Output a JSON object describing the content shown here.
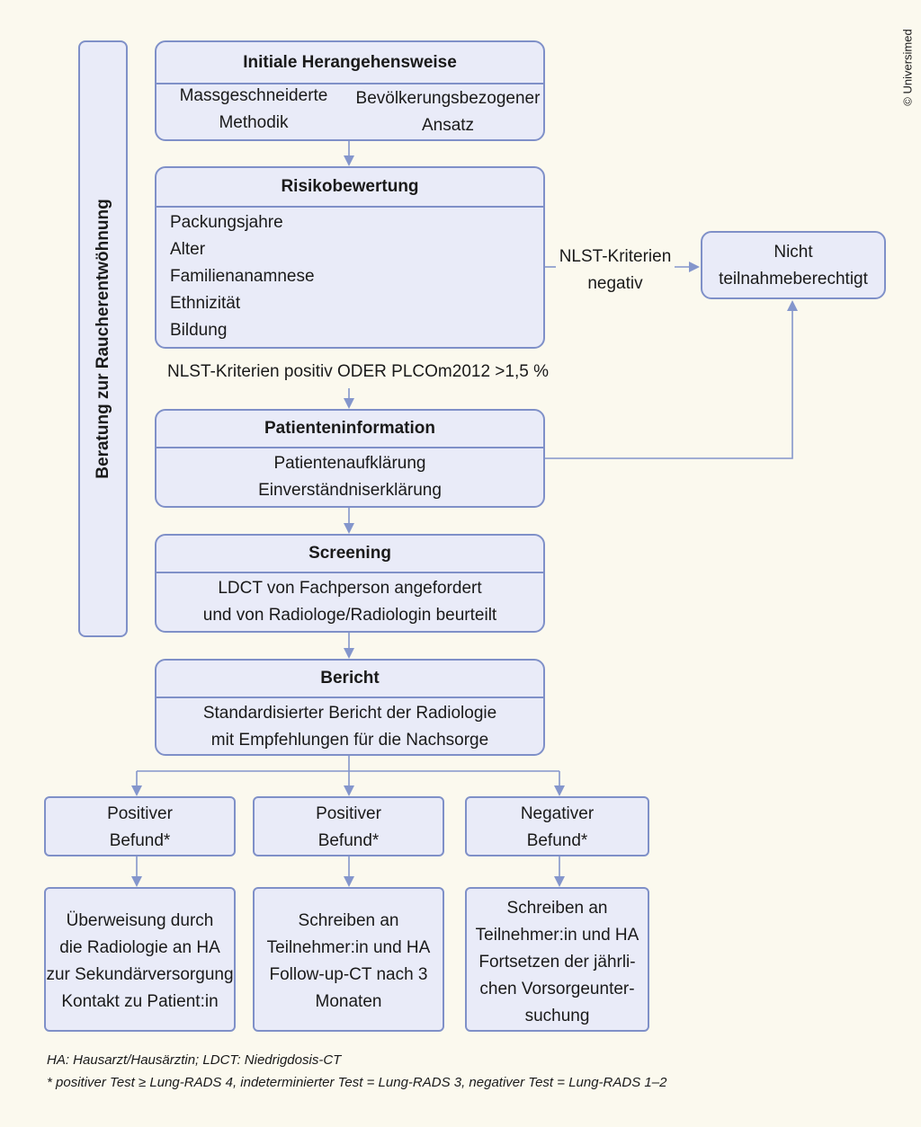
{
  "copyright": "© Universimed",
  "sidebar": {
    "label": "Beratung zur Raucherentwöhnung"
  },
  "boxes": {
    "initial": {
      "title": "Initiale Herangehensweise",
      "left": [
        "Massgeschneiderte",
        "Methodik"
      ],
      "right": [
        "Bevölkerungsbezogener",
        "Ansatz"
      ]
    },
    "risk": {
      "title": "Risikobewertung",
      "items": [
        "Packungsjahre",
        "Alter",
        "Familienanamnese",
        "Ethnizität",
        "Bildung"
      ]
    },
    "not_eligible": {
      "lines": [
        "Nicht",
        "teilnahmeberechtigt"
      ]
    },
    "patient_info": {
      "title": "Patienteninformation",
      "lines": [
        "Patientenaufklärung",
        "Einverständniserklärung"
      ]
    },
    "screening": {
      "title": "Screening",
      "lines": [
        "LDCT von Fachperson angefordert",
        "und von Radiologe/Radiologin beurteilt"
      ]
    },
    "report": {
      "title": "Bericht",
      "lines": [
        "Standardisierter Bericht der Radiologie",
        "mit Empfehlungen für die Nachsorge"
      ]
    },
    "results": [
      {
        "lines": [
          "Positiver",
          "Befund*"
        ]
      },
      {
        "lines": [
          "Positiver",
          "Befund*"
        ]
      },
      {
        "lines": [
          "Negativer",
          "Befund*"
        ]
      }
    ],
    "actions": [
      {
        "lines": [
          "Überweisung durch",
          "die Radiologie an HA",
          "zur Sekundärversorgung",
          "Kontakt zu Patient:in"
        ]
      },
      {
        "lines": [
          "Schreiben an",
          "Teilnehmer:in und HA",
          "Follow-up-CT nach 3",
          "Monaten"
        ]
      },
      {
        "lines": [
          "Schreiben an",
          "Teilnehmer:in und HA",
          "Fortsetzen der jährli-",
          "chen Vorsorgeunter-",
          "suchung"
        ]
      }
    ]
  },
  "edge_labels": {
    "nlst_negative": [
      "NLST-Kriterien",
      "negativ"
    ],
    "nlst_positive": "NLST-Kriterien positiv ODER PLCOm2012 >1,5 %"
  },
  "footnotes": [
    "HA: Hausarzt/Hausärztin; LDCT: Niedrigdosis-CT",
    "* positiver Test ≥ Lung-RADS 4, indeterminierter Test = Lung-RADS 3, negativer Test = Lung-RADS 1–2"
  ],
  "colors": {
    "box_fill": "#e9ebf8",
    "border": "#7f90c8",
    "arrow": "#8496cc",
    "page": "#fbf9ee"
  }
}
